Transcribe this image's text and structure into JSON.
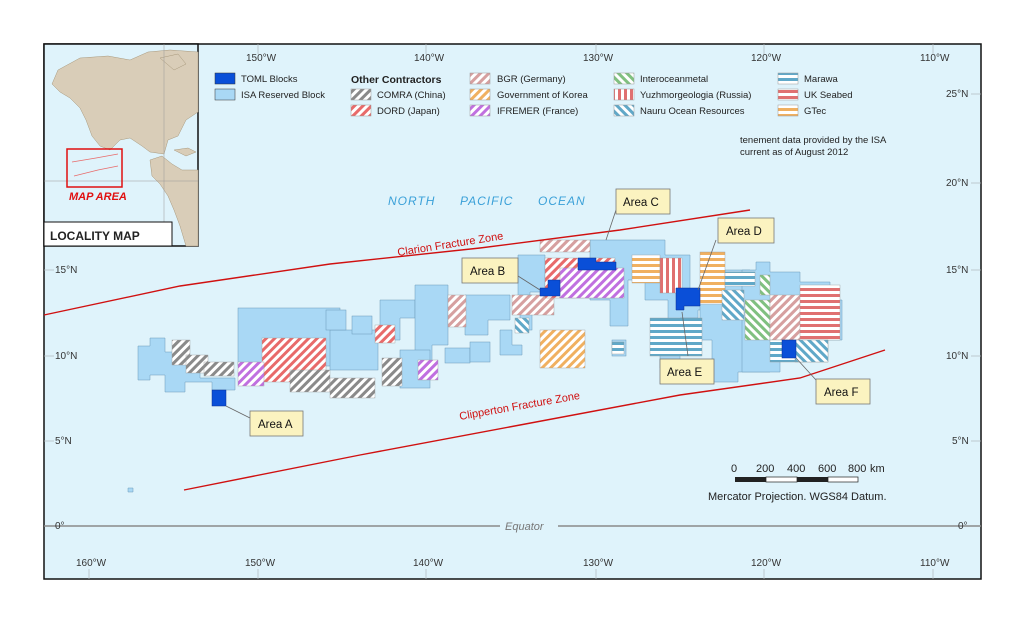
{
  "map": {
    "top_axis": [
      "150°W",
      "140°W",
      "130°W",
      "120°W",
      "110°W"
    ],
    "bottom_axis": [
      "160°W",
      "150°W",
      "140°W",
      "130°W",
      "120°W",
      "110°W"
    ],
    "right_axis": [
      "25°N",
      "20°N",
      "15°N",
      "10°N",
      "5°N",
      "0°"
    ],
    "left_axis": [
      "15°N",
      "10°N",
      "5°N",
      "0°"
    ],
    "ocean_label": [
      "NORTH",
      "PACIFIC",
      "OCEAN"
    ],
    "clarion_label": "Clarion Fracture Zone",
    "clipperton_label": "Clipperton Fracture Zone",
    "equator_label": "Equator",
    "note_line1": "tenement data provided by the ISA",
    "note_line2": "current as of August 2012",
    "scale_ticks": [
      "0",
      "200",
      "400",
      "600",
      "800"
    ],
    "scale_unit": "km",
    "projection": "Mercator Projection. WGS84 Datum.",
    "areas": [
      "Area A",
      "Area B",
      "Area C",
      "Area D",
      "Area E",
      "Area F"
    ]
  },
  "inset": {
    "map_area_label": "MAP AREA",
    "title": "LOCALITY MAP"
  },
  "legend": {
    "toml": "TOML Blocks",
    "isa": "ISA Reserved Block",
    "other_title": "Other Contractors",
    "contractors": [
      {
        "label": "COMRA (China)",
        "color": "#8a8a8a"
      },
      {
        "label": "DORD (Japan)",
        "color": "#e86a6a"
      },
      {
        "label": "BGR (Germany)",
        "color": "#d6a0a0"
      },
      {
        "label": "Government of Korea",
        "color": "#f0b060"
      },
      {
        "label": "IFREMER (France)",
        "color": "#c070e0"
      },
      {
        "label": "Interoceanmetal",
        "color": "#80c080"
      },
      {
        "label": "Yuzhmorgeologia (Russia)",
        "color": "#e07070"
      },
      {
        "label": "Nauru Ocean Resources",
        "color": "#60a8c8"
      },
      {
        "label": "Marawa",
        "color": "#60a8c8"
      },
      {
        "label": "UK Seabed",
        "color": "#e07070"
      },
      {
        "label": "GTec",
        "color": "#f0b060"
      }
    ],
    "colors": {
      "toml": "#0a4fd8",
      "isa": "#a9d8f5",
      "ocean": "#dff3fb",
      "fracture": "#d01010"
    }
  }
}
